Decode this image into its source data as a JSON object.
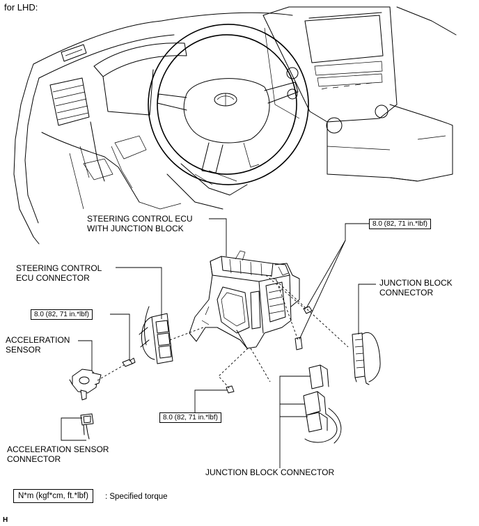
{
  "header": {
    "variant": "for LHD:"
  },
  "labels": {
    "steering_ecu": [
      "STEERING CONTROL ECU",
      "WITH JUNCTION BLOCK"
    ],
    "steering_ecu_connector": [
      "STEERING CONTROL",
      "ECU CONNECTOR"
    ],
    "acceleration_sensor": [
      "ACCELERATION",
      "SENSOR"
    ],
    "acceleration_sensor_connector": [
      "ACCELERATION SENSOR",
      "CONNECTOR"
    ],
    "junction_block_connector_right": [
      "JUNCTION BLOCK",
      "CONNECTOR"
    ],
    "junction_block_connector_bottom": "JUNCTION BLOCK CONNECTOR"
  },
  "torque": {
    "top_right": "8.0 (82, 71 in.*lbf)",
    "left": "8.0 (82, 71 in.*lbf)",
    "bottom": "8.0 (82, 71 in.*lbf)"
  },
  "legend": {
    "symbol": "N*m (kgf*cm, ft.*lbf)",
    "description": ": Specified torque"
  },
  "footer": {
    "code": "H"
  }
}
